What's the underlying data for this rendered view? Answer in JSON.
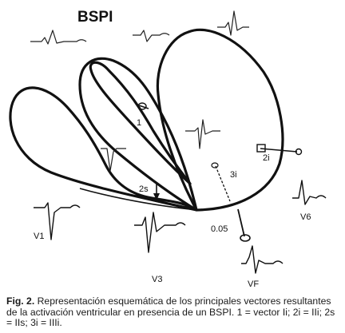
{
  "figure": {
    "title": "BSPI",
    "labels": {
      "vec1": "1",
      "vec2i": "2i",
      "vec2s": "2s",
      "vec3i": "3i",
      "scale": "0.05",
      "v1": "V1",
      "v3": "V3",
      "v6": "V6",
      "vf": "VF"
    }
  },
  "caption": {
    "prefix": "Fig. 2.",
    "text": "Representación esquemática de los principales vectores resultantes de la activación ventricular en presencia de un BSPI. 1 = vector Ii; 2i = IIi; 2s = IIs; 3i = IIIi."
  }
}
